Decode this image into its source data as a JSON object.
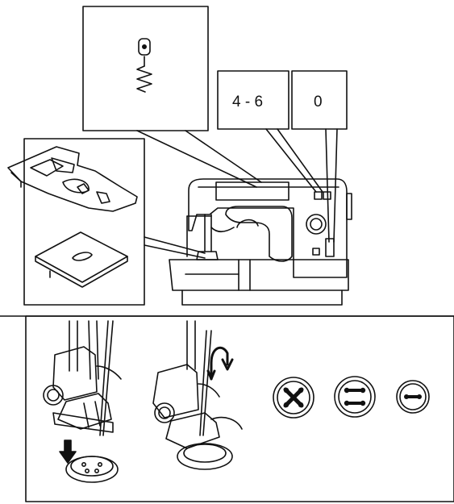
{
  "settings": {
    "stitch_width": "4 - 6",
    "stitch_length": "0"
  },
  "panels": {
    "upper": [
      "stitch-pattern-panel",
      "stitch-width-panel",
      "stitch-length-panel",
      "accessories-panel",
      "sewing-machine"
    ],
    "lower": [
      "presser-foot-lowering-step",
      "needle-swing-step",
      "four-hole-button-cross",
      "four-hole-button-parallel",
      "two-hole-button"
    ]
  },
  "colors": {
    "line": "#111111",
    "background": "#ffffff"
  }
}
